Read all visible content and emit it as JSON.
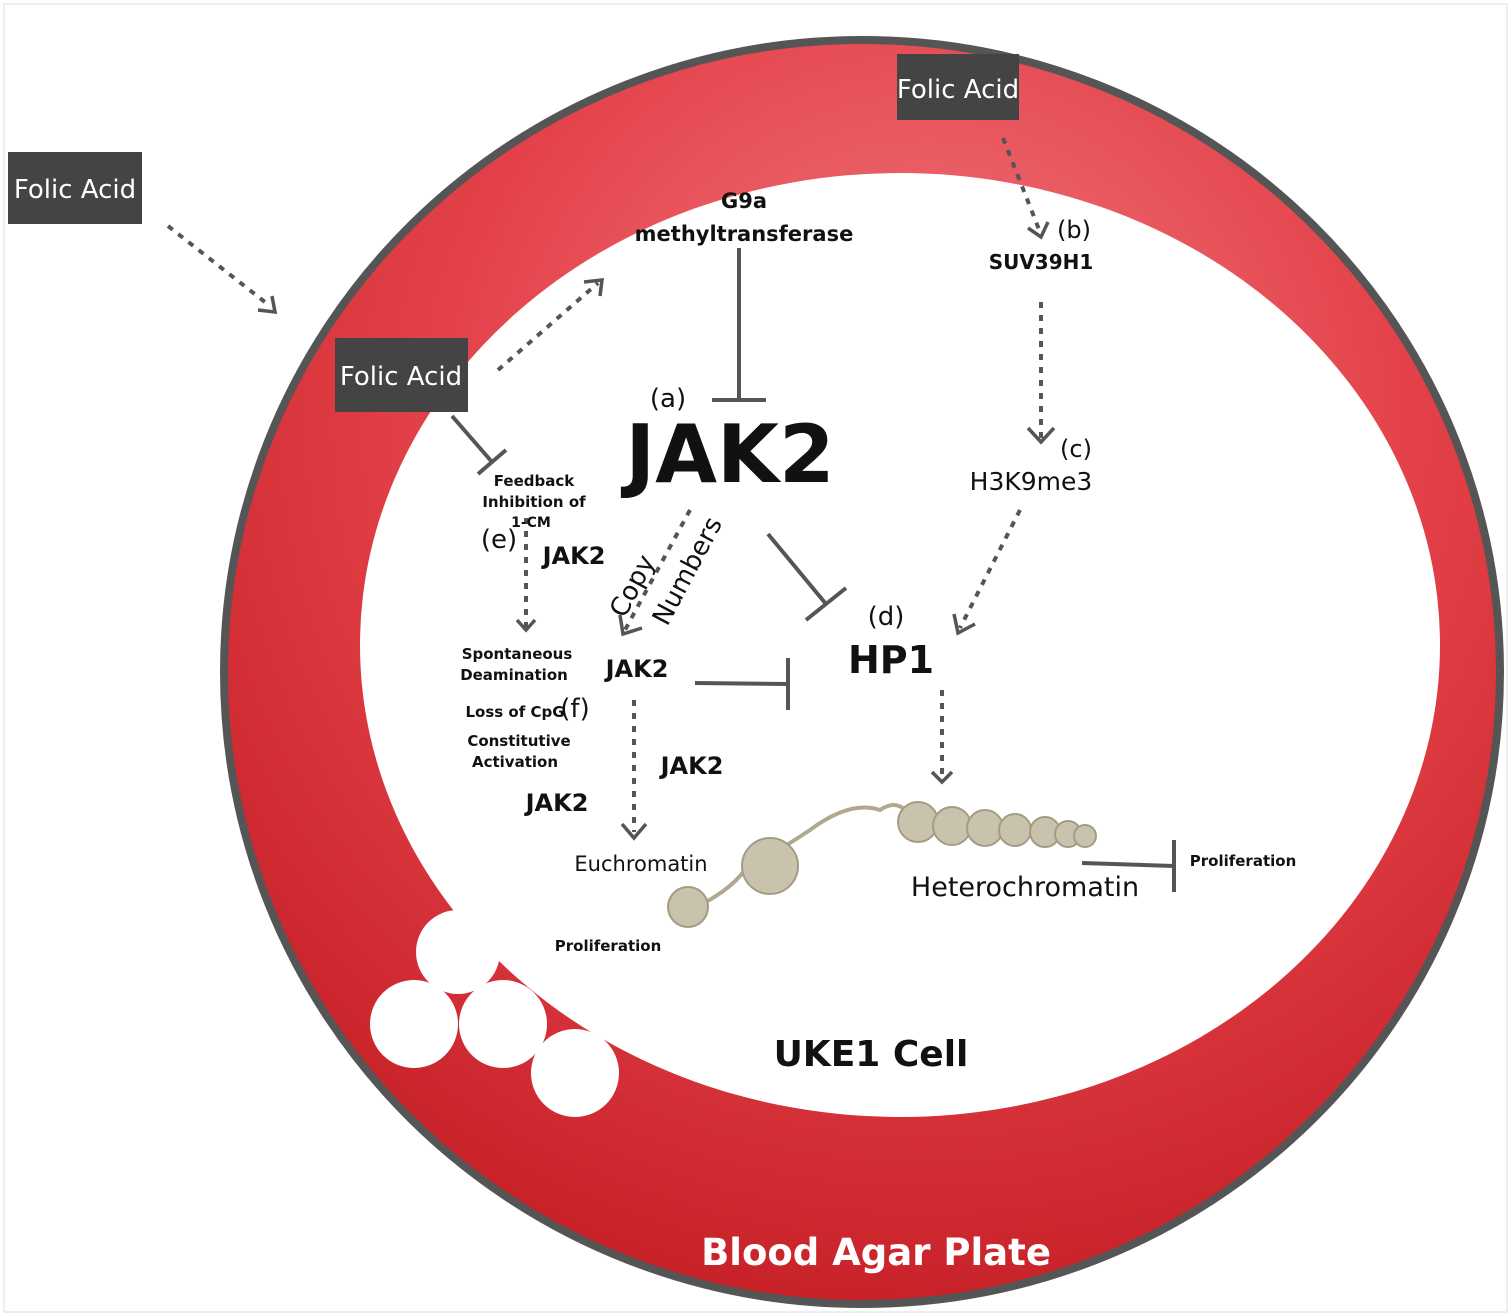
{
  "colors": {
    "plate_red": "#d9272e",
    "plate_rim": "#555555",
    "label_box": "#444444",
    "cell": "#ffffff"
  },
  "labels": {
    "folic_acid": "Folic Acid",
    "g9a_line1": "G9a",
    "g9a_line2": "methyltransferase",
    "jak2_main": "JAK2",
    "a": "(a)",
    "b": "(b)",
    "suv39h1": "SUV39H1",
    "c": "(c)",
    "h3k9me3": "H3K9me3",
    "d": "(d)",
    "hp1": "HP1",
    "feedback1": "Feedback",
    "feedback2": "Inhibition of",
    "feedback3": "1-CM",
    "e": "(e)",
    "jak2": "JAK2",
    "copy": "Copy",
    "numbers": "Numbers",
    "spont1": "Spontaneous",
    "spont2": "Deamination",
    "loss_cpg": "Loss of CpG",
    "f": "(f)",
    "const1": "Constitutive",
    "const2": "Activation",
    "euchromatin": "Euchromatin",
    "heterochromatin": "Heterochromatin",
    "proliferation": "Proliferation",
    "cell": "UKE1 Cell",
    "plate": "Blood Agar Plate"
  }
}
